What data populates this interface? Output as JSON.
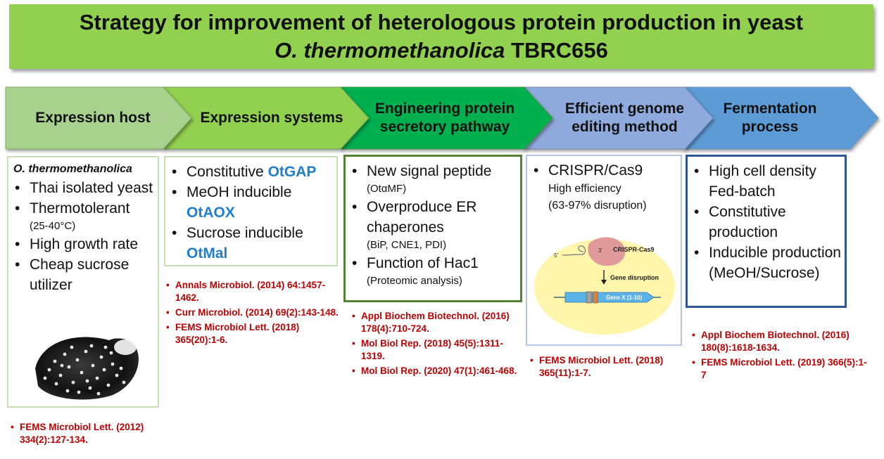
{
  "title": {
    "line1": "Strategy for improvement of heterologous protein production in yeast",
    "line2_italic": "O. thermomethanolica",
    "line2_rest": " TBRC656"
  },
  "steps": [
    "Expression host",
    "Expression systems",
    "Engineering protein secretory pathway",
    "Efficient genome editing method",
    "Fermentation process"
  ],
  "colors": {
    "banner": "#92d050",
    "step1": "#a9d18e",
    "step2": "#92d050",
    "step3": "#00b050",
    "step4": "#8faadc",
    "step5": "#5b9bd5",
    "ref_text": "#c00000",
    "highlight": "#1f7fcf"
  },
  "host": {
    "heading": "O. thermomethanolica",
    "items": [
      "Thai isolated yeast",
      "Thermotolerant",
      "High growth rate",
      "Cheap sucrose utilizer"
    ],
    "thermo_range": "(25-40°C)",
    "image_icon": "yeast-colony-photo"
  },
  "systems": {
    "items": [
      {
        "text": "Constitutive ",
        "highlight": "OtGAP"
      },
      {
        "text": "MeOH inducible ",
        "highlight": "OtAOX"
      },
      {
        "text": "Sucrose inducible ",
        "highlight": "OtMal"
      }
    ]
  },
  "secretory": {
    "items": [
      {
        "text": "New signal peptide",
        "sub": "(OtαMF)"
      },
      {
        "text": "Overproduce ER chaperones",
        "sub": "(BiP, CNE1, PDI)"
      },
      {
        "text": "Function of Hac1",
        "sub": "(Proteomic analysis)"
      }
    ]
  },
  "genome": {
    "item": "CRISPR/Cas9",
    "sub1": "High efficiency",
    "sub2": "(63-97% disruption)",
    "diagram": {
      "label_cas9": "CRISPR-Cas9",
      "label_disruption": "Gene disruption",
      "label_gene": "Gene X (1-10)",
      "prime5": "5'",
      "prime3": "3'"
    }
  },
  "fermentation": {
    "items": [
      "High cell density Fed-batch",
      "Constitutive production",
      "Inducible production (MeOH/Sucrose)"
    ]
  },
  "references": {
    "host": [
      "FEMS Microbiol Lett. (2012) 334(2):127-134."
    ],
    "systems": [
      "Annals Microbiol. (2014) 64:1457-1462.",
      "Curr Microbiol. (2014) 69(2):143-148.",
      "FEMS Microbiol Lett. (2018) 365(20):1-6."
    ],
    "secretory": [
      "Appl Biochem Biotechnol. (2016) 178(4):710-724.",
      "Mol Biol Rep. (2018) 45(5):1311-1319.",
      "Mol Biol Rep. (2020) 47(1):461-468."
    ],
    "genome": [
      "FEMS Microbiol Lett. (2018) 365(11):1-7."
    ],
    "fermentation": [
      "Appl Biochem Biotechnol. (2016) 180(8):1618-1634.",
      "FEMS Microbiol Lett. (2019) 366(5):1-7"
    ]
  }
}
